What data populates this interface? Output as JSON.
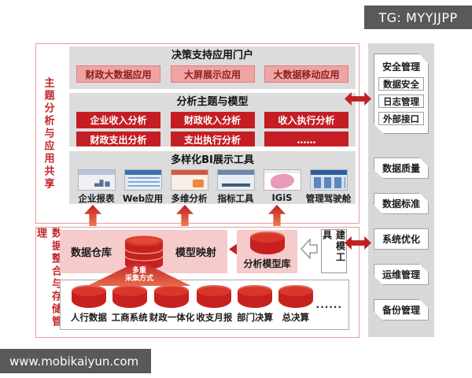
{
  "badge": {
    "text": "TG: MYYJJPP"
  },
  "footer": {
    "url": "www.mobikaiyun.com"
  },
  "left_labels": {
    "top": "主题分析与应用共享",
    "bottom": "数据整合与存储管理"
  },
  "portal": {
    "title": "决策支持应用门户",
    "apps": [
      "财政大数据应用",
      "大屏展示应用",
      "大数据移动应用"
    ]
  },
  "analysis": {
    "title": "分析主题与模型",
    "items": [
      "企业收入分析",
      "财政收入分析",
      "收入执行分析",
      "财政支出分析",
      "支出执行分析",
      "……"
    ]
  },
  "bi": {
    "title": "多样化BI展示工具",
    "tools": [
      "企业报表",
      "Web应用",
      "多维分析",
      "指标工具",
      "IGiS",
      "管理驾驶舱"
    ]
  },
  "integration": {
    "warehouse_label": "数据仓库",
    "mapping_label": "模型映射",
    "model_repo_label": "分析模型库",
    "modeling_tool_label": "建模工具",
    "collect_line1": "多重",
    "collect_line2": "采集方式",
    "sources": [
      "人行数据",
      "工商系统",
      "财政一体化",
      "收支月报",
      "部门决算",
      "总决算"
    ],
    "sources_more": "......"
  },
  "sidebar": {
    "security": {
      "title": "安全管理",
      "items": [
        "数据安全",
        "日志管理",
        "外部接口"
      ]
    },
    "items": [
      "数据质量",
      "数据标准",
      "系统优化",
      "运维管理",
      "备份管理"
    ]
  },
  "icons": {
    "up_arrow": "▲",
    "left_arrow": "◀",
    "hollow_left_arrow": "◁",
    "double_arrow": "↔"
  },
  "colors": {
    "accent_red": "#c41e24",
    "pink_box": "#f0a3a3",
    "pink_panel": "#f5cbcb",
    "section_gray": "#dcdcdc",
    "sidebar_gray": "#d8d8d8",
    "badge_dark": "#58595b",
    "frame_border": "#e59c9c"
  }
}
